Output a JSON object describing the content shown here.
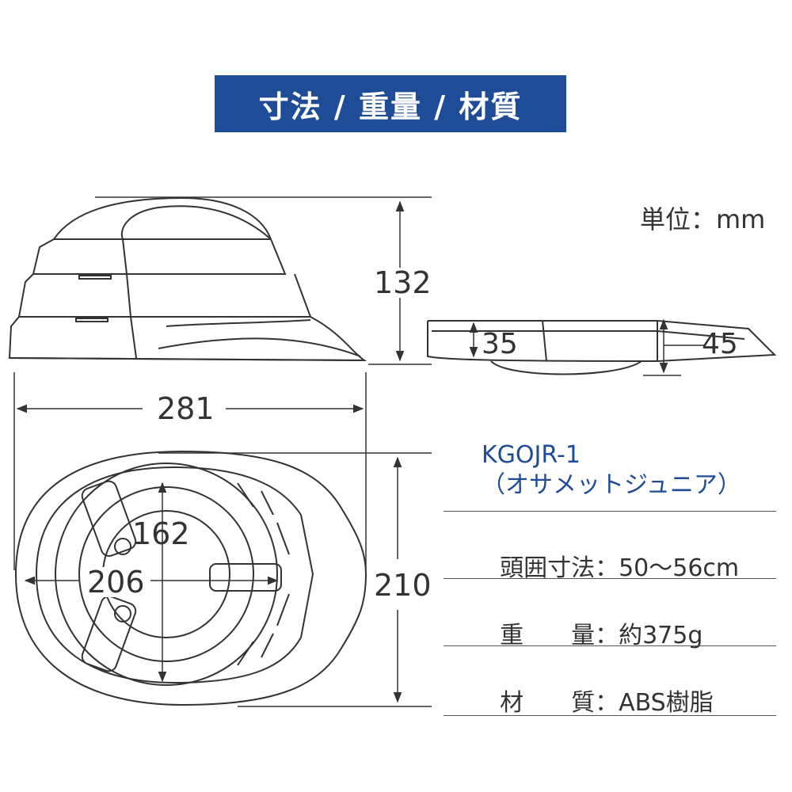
{
  "banner": {
    "title": "寸法 / 重量 / 材質"
  },
  "unit_label": "単位：mm",
  "dimensions": {
    "height": "132",
    "folded_height_min": "35",
    "folded_height_max": "45",
    "length": "281",
    "inner_width": "162",
    "inner_length": "206",
    "width": "210"
  },
  "product": {
    "model": "KGOJR-1",
    "name": "（オサメットジュニア）"
  },
  "specs": [
    {
      "label": "頭囲寸法",
      "value": "50〜56cm"
    },
    {
      "label": "重　　量",
      "value": "約375g"
    },
    {
      "label": "材　　質",
      "value": "ABS樹脂"
    }
  ],
  "colors": {
    "banner": "#1f4c97",
    "line": "#333333"
  }
}
